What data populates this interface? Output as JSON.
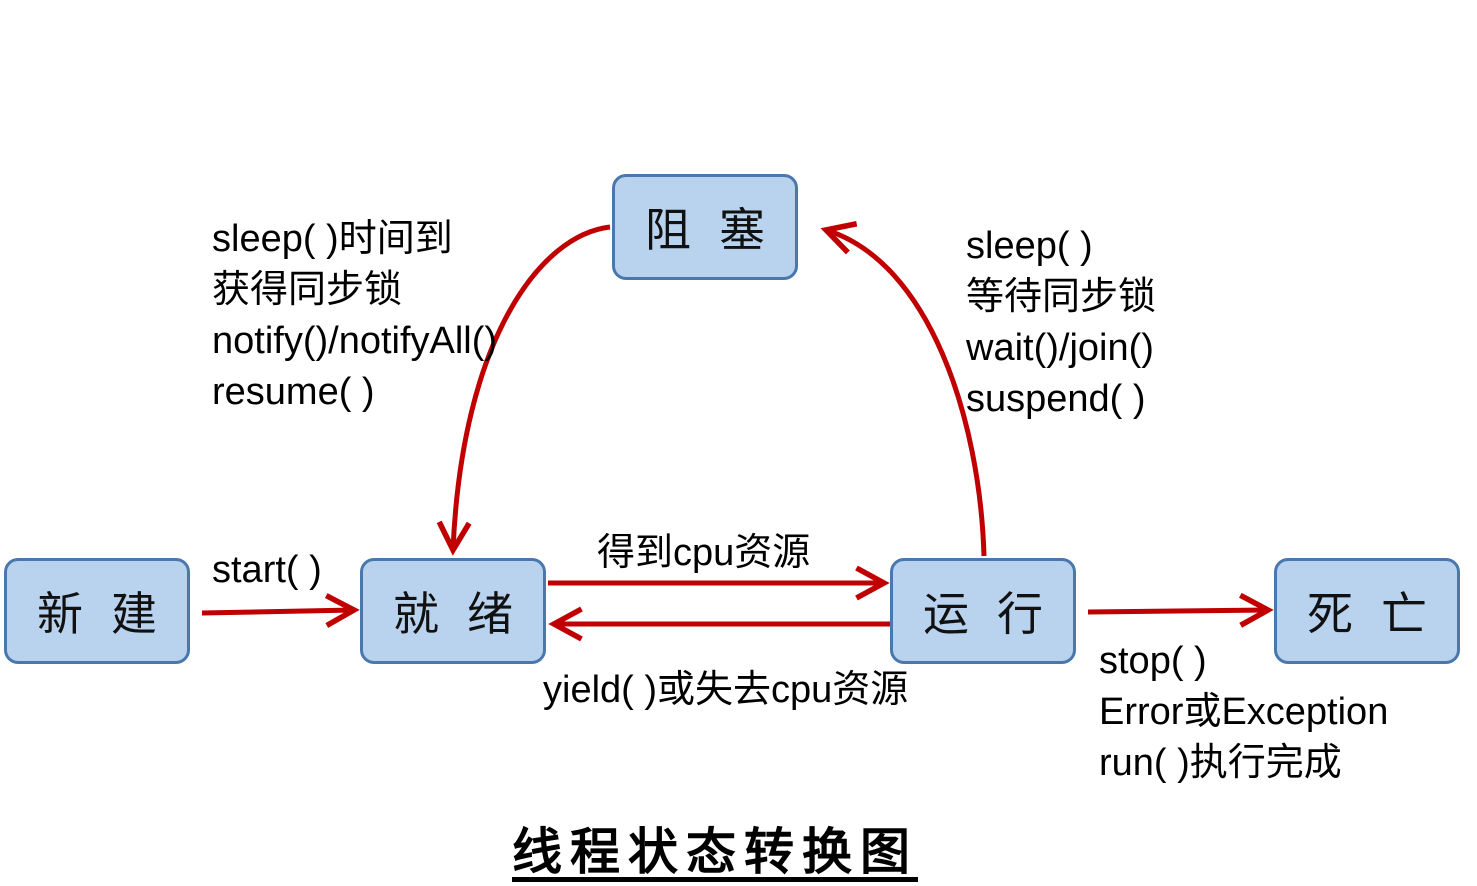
{
  "title": "线程状态转换图",
  "states": {
    "new": "新建",
    "ready": "就绪",
    "running": "运行",
    "blocked": "阻塞",
    "dead": "死亡"
  },
  "transitions": {
    "new_to_ready": [
      "start( )"
    ],
    "ready_to_running": [
      "得到cpu资源"
    ],
    "running_to_ready": [
      "yield( )或失去cpu资源"
    ],
    "blocked_to_ready": [
      "sleep( )时间到",
      "获得同步锁",
      "notify()/notifyAll()",
      "resume( )"
    ],
    "running_to_blocked": [
      "sleep( )",
      "等待同步锁",
      "wait()/join()",
      "suspend( )"
    ],
    "running_to_dead": [
      "stop( )",
      "Error或Exception",
      "run( )执行完成"
    ]
  },
  "colors": {
    "arrow": "#c00000",
    "state_fill": "#b9d3ee",
    "state_border": "#4a78ad"
  }
}
